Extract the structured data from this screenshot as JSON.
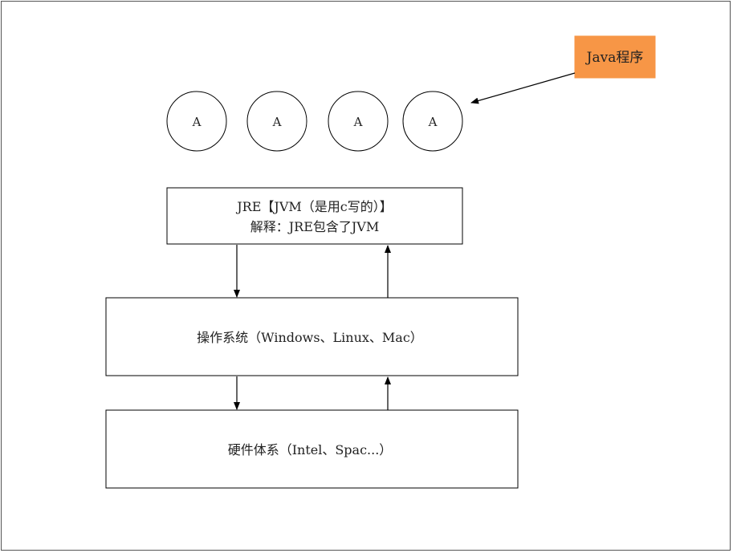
{
  "java_program": {
    "label": "Java程序",
    "fill": "#F79646"
  },
  "objects": [
    "A",
    "A",
    "A",
    "A"
  ],
  "jre_box": {
    "line1": "JRE【JVM（是用c写的）】",
    "line2": "解释：JRE包含了JVM"
  },
  "os_box": {
    "label": "操作系统（Windows、Linux、Mac）"
  },
  "hardware_box": {
    "label": "硬件体系（Intel、Spac...）"
  },
  "colors": {
    "stroke": "#000000",
    "text": "#222222",
    "accent": "#F79646"
  }
}
